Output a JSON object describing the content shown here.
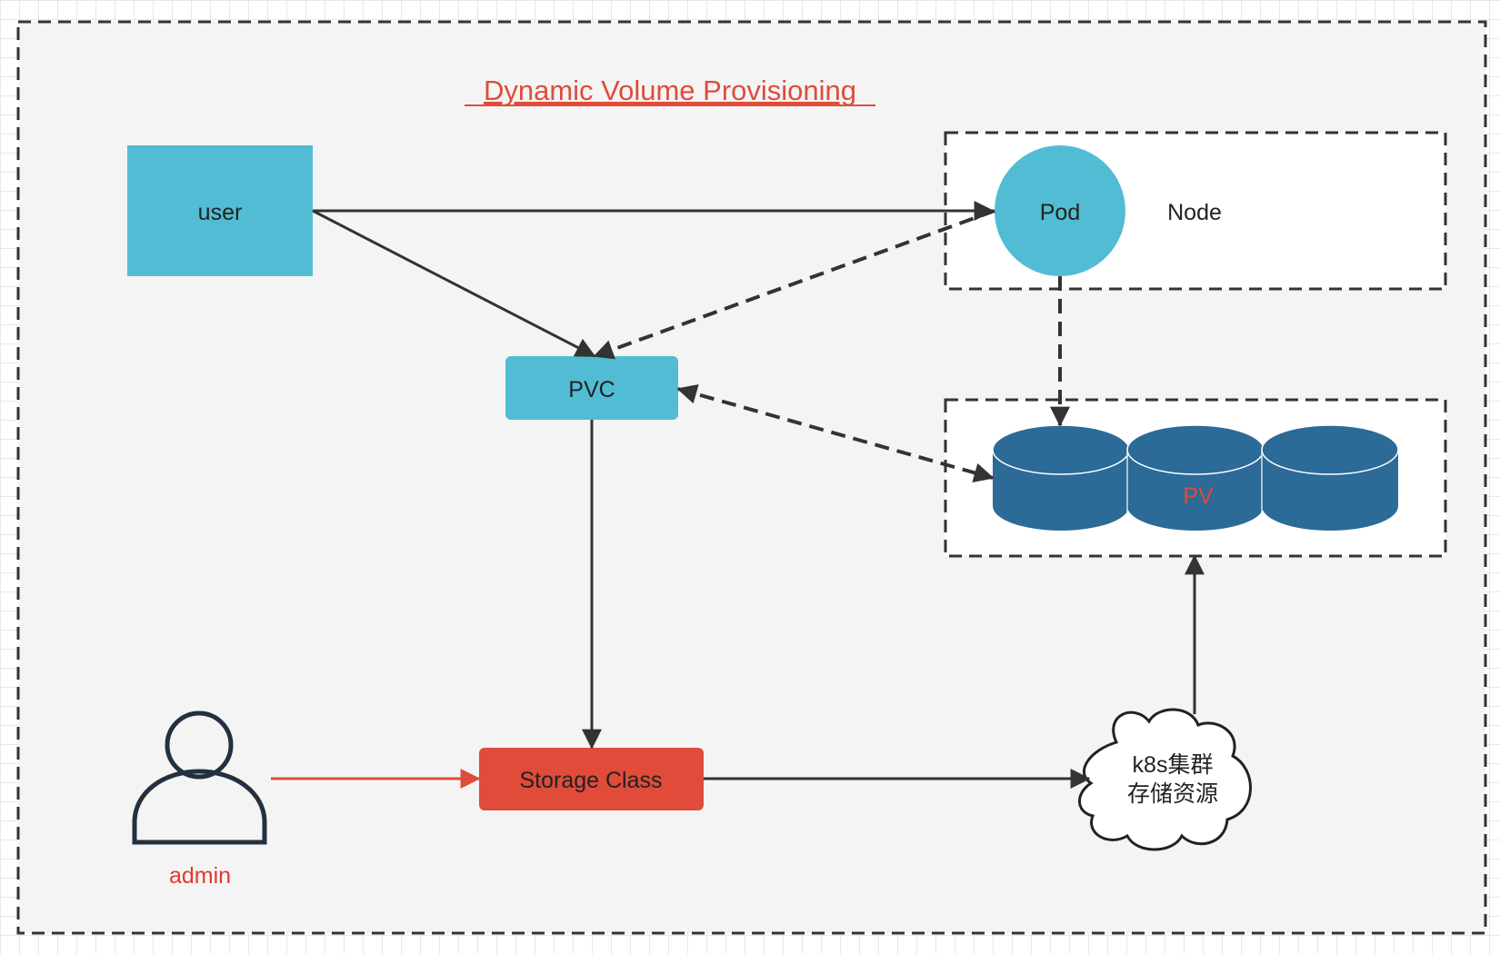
{
  "title": "Dynamic Volume Provisioning",
  "nodes": {
    "user": "user",
    "pod": "Pod",
    "node": "Node",
    "pvc": "PVC",
    "pv": "PV",
    "storage_class": "Storage Class",
    "admin": "admin",
    "cluster_line1": "k8s集群",
    "cluster_line2": "存储资源"
  },
  "colors": {
    "title": "#e04b3a",
    "cyan": "#52bcd4",
    "pv_blue": "#2c6a97",
    "storage_red": "#e04b3a",
    "admin_red": "#e03a2c",
    "text_dark": "#222222",
    "line": "#333333",
    "panel": "#f4f4f4"
  }
}
